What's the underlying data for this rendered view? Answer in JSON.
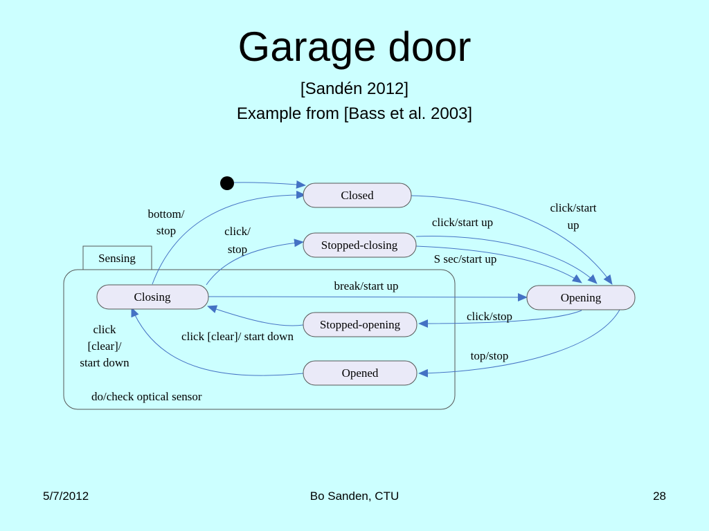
{
  "slide": {
    "title": "Garage door",
    "subtitle_line1": "[Sandén 2012]",
    "subtitle_line2": "Example from [Bass et al. 2003]"
  },
  "diagram": {
    "superstate_label": "Sensing",
    "superstate_activity": "do/check optical sensor",
    "states": {
      "closed": "Closed",
      "stopped_closing": "Stopped-closing",
      "closing": "Closing",
      "stopped_opening": "Stopped-opening",
      "opened": "Opened",
      "opening": "Opening"
    },
    "transitions": {
      "bottom_stop_l1": "bottom/",
      "bottom_stop_l2": "stop",
      "click_stop_closing_l1": "click/",
      "click_stop_closing_l2": "stop",
      "click_start_up_from_stopped": "click/start up",
      "click_start_up_from_closed_l1": "click/start",
      "click_start_up_from_closed_l2": "up",
      "s_sec_start_up": "S sec/start up",
      "break_start_up": "break/start up",
      "click_stop_opening": "click/stop",
      "click_clear_start_down": "click [clear]/ start down",
      "click_clear_start_down_opened_l1": "click",
      "click_clear_start_down_opened_l2": "[clear]/",
      "click_clear_start_down_opened_l3": "start down",
      "top_stop": "top/stop"
    }
  },
  "footer": {
    "date": "5/7/2012",
    "author": "Bo Sanden, CTU",
    "page": "28"
  }
}
